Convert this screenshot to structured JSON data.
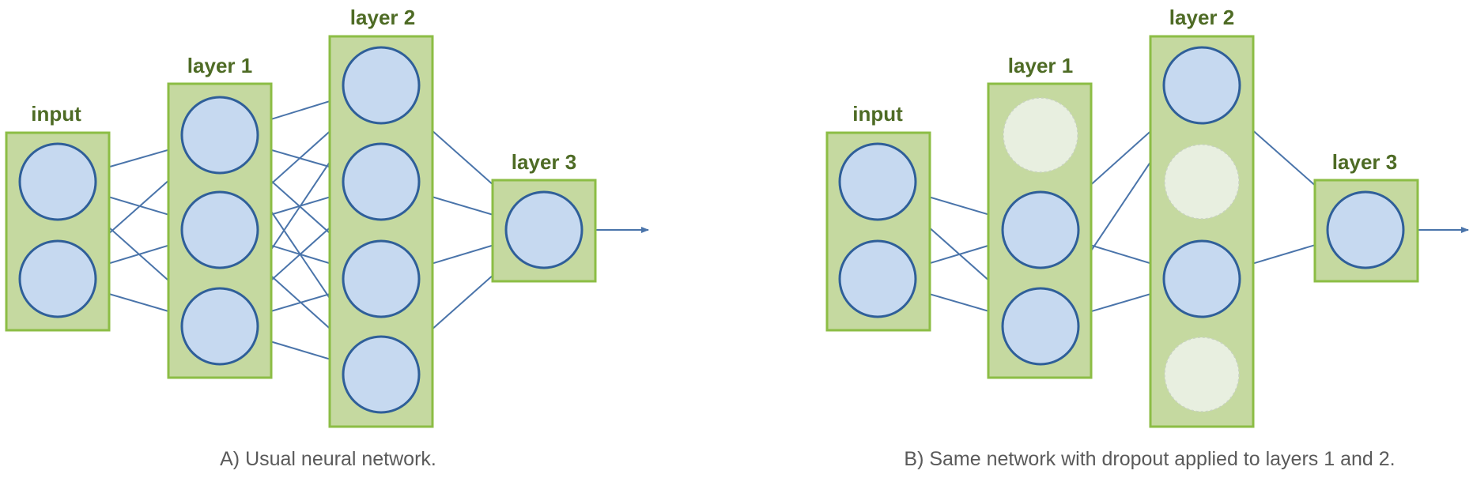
{
  "colors": {
    "layer_fill": "#c5d9a0",
    "layer_border": "#8cbd45",
    "neuron_fill": "#c6d9f0",
    "neuron_border": "#2f5f99",
    "dropped_neuron_fill": "#e8efe0",
    "edge": "#4a74aa",
    "label_text": "#4e6b25",
    "caption_text": "#5a5a5a"
  },
  "diagram_a": {
    "caption": "A) Usual neural network.",
    "layers": [
      {
        "label": "input",
        "neurons": [
          1,
          1
        ]
      },
      {
        "label": "layer 1",
        "neurons": [
          1,
          1,
          1
        ]
      },
      {
        "label": "layer 2",
        "neurons": [
          1,
          1,
          1,
          1
        ]
      },
      {
        "label": "layer 3",
        "neurons": [
          1
        ]
      }
    ]
  },
  "diagram_b": {
    "caption": "B) Same network with dropout applied to layers 1 and 2.",
    "layers": [
      {
        "label": "input",
        "neurons": [
          1,
          1
        ]
      },
      {
        "label": "layer 1",
        "neurons": [
          0,
          1,
          1
        ]
      },
      {
        "label": "layer 2",
        "neurons": [
          1,
          0,
          1,
          0
        ]
      },
      {
        "label": "layer 3",
        "neurons": [
          1
        ]
      }
    ]
  }
}
